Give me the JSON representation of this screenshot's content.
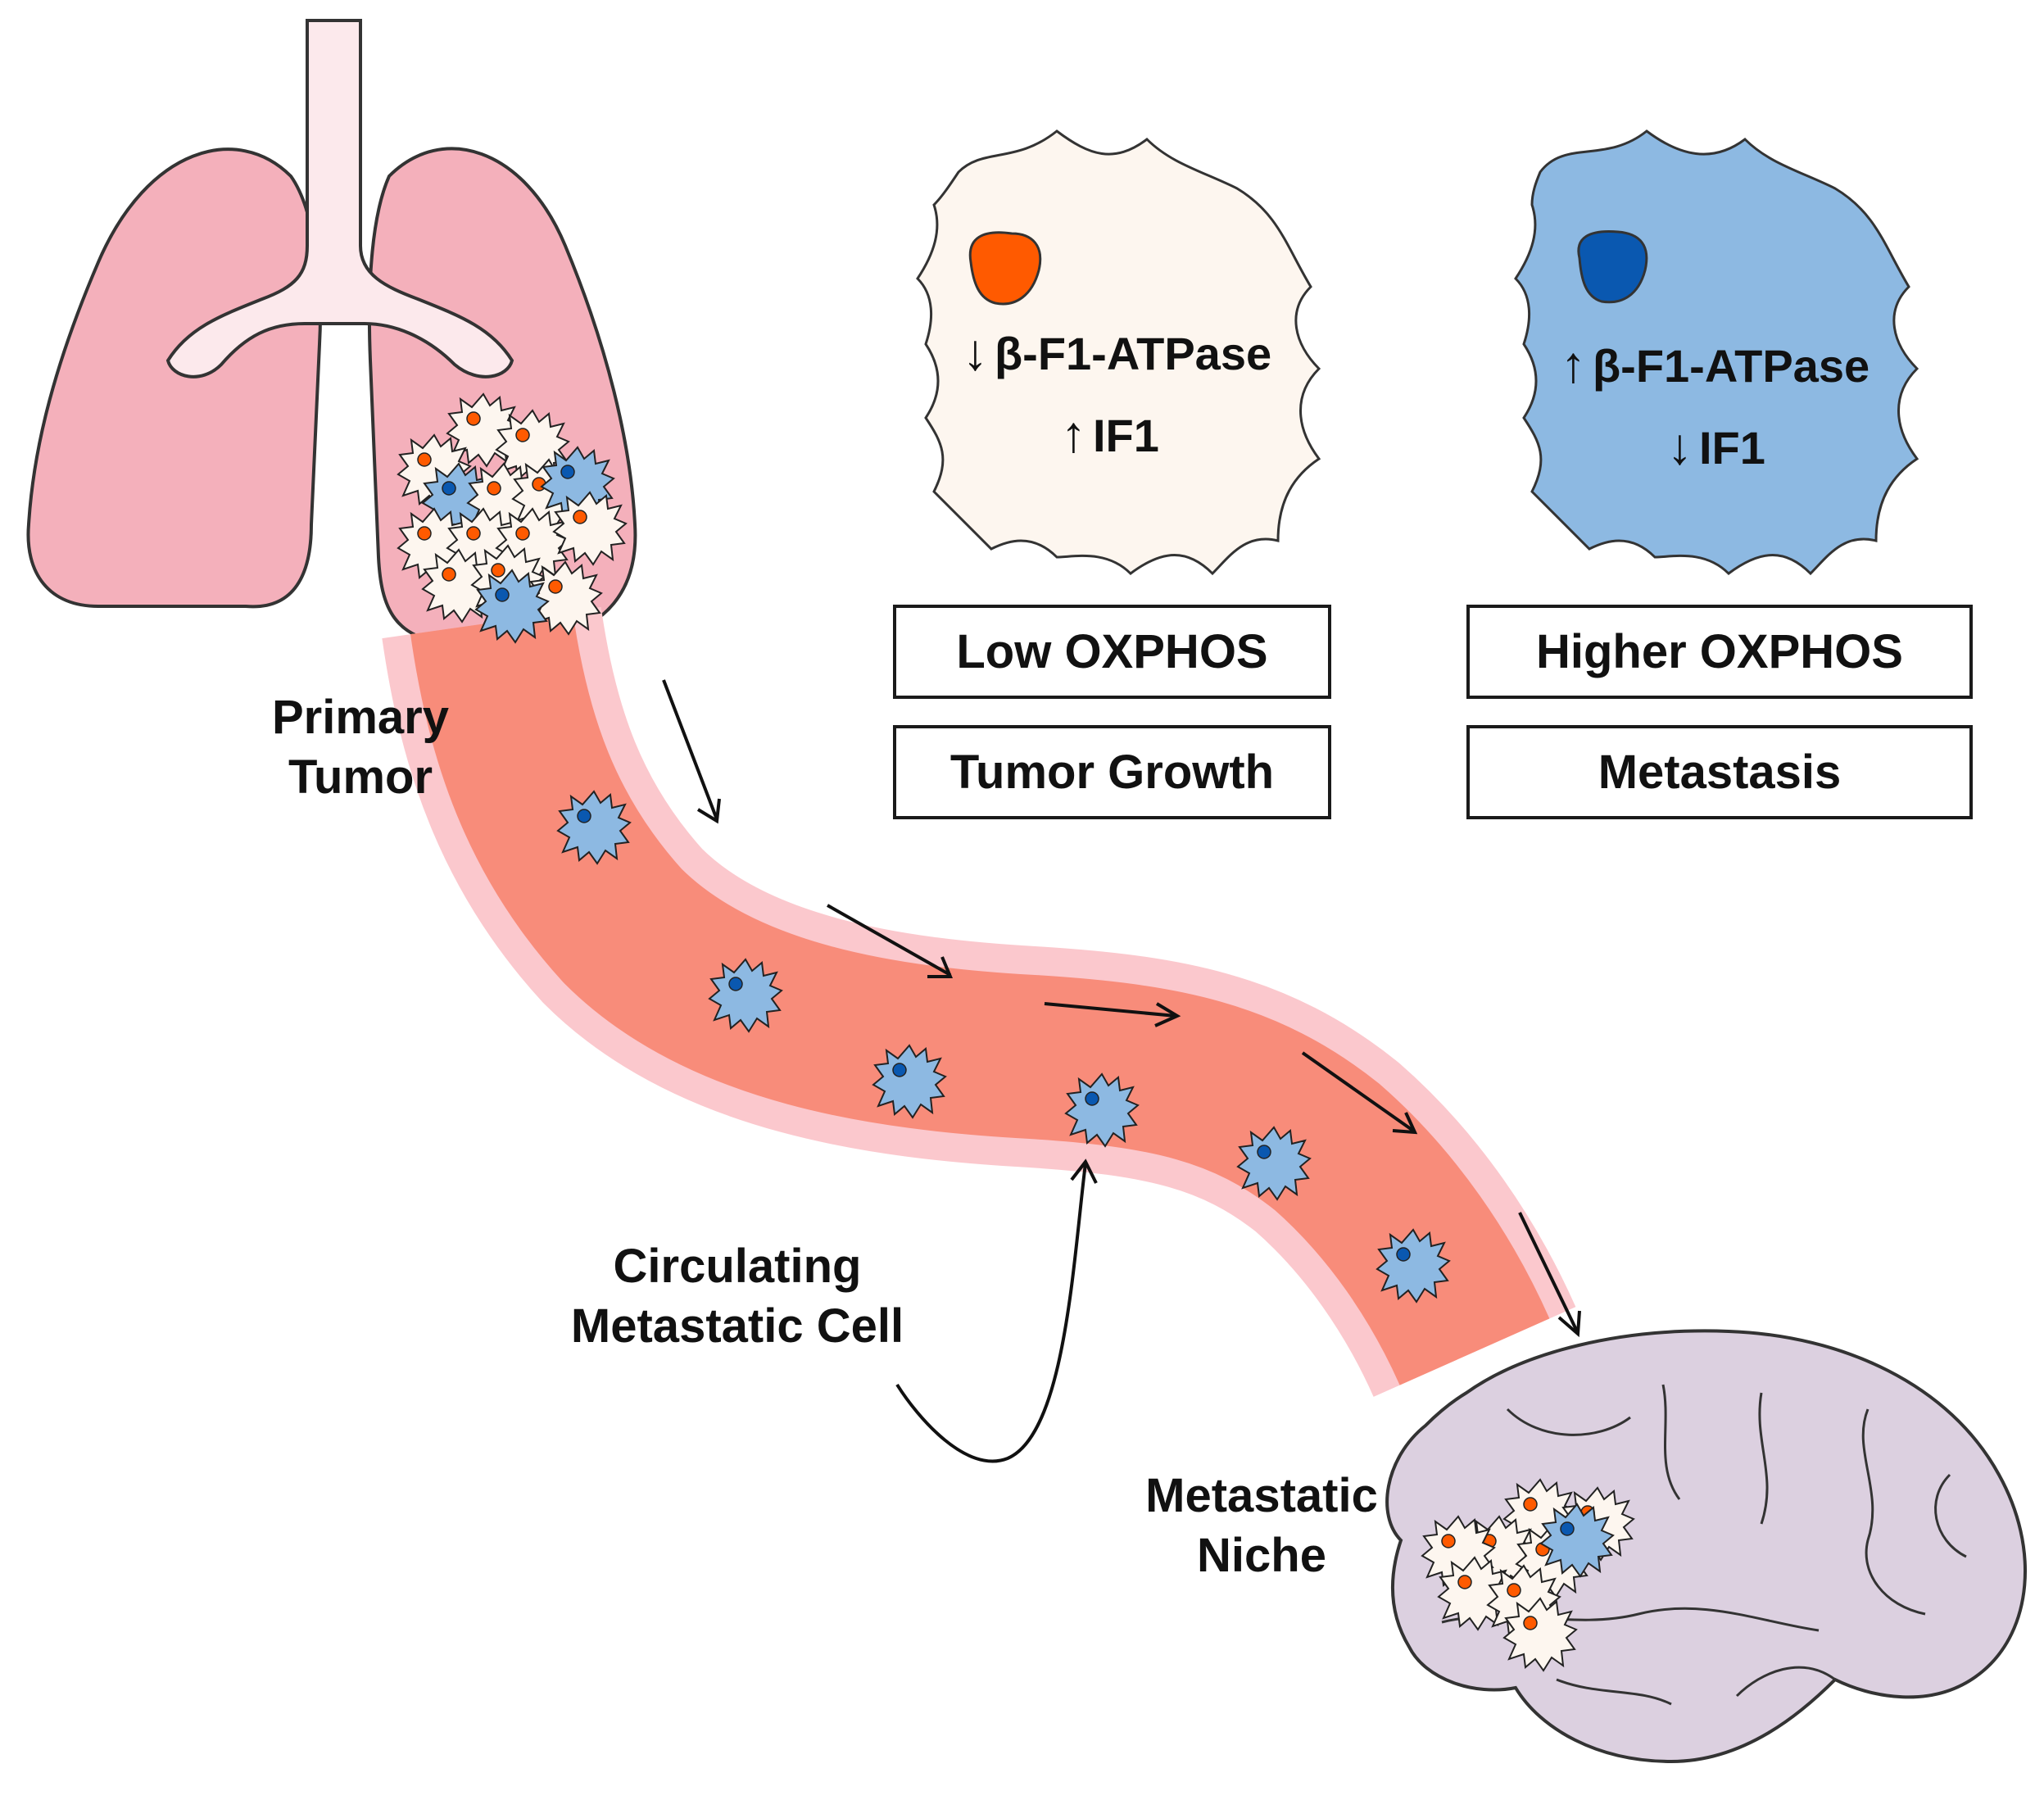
{
  "labels": {
    "primary_tumor": "Primary\nTumor",
    "circulating_cell": "Circulating\nMetastatic Cell",
    "metastatic_niche": "Metastatic\nNiche"
  },
  "low_cell": {
    "marker1_arrow": "↓",
    "marker1_text": "β-F1-ATPase",
    "marker2_arrow": "↑",
    "marker2_text": "IF1",
    "box1": "Low OXPHOS",
    "box2": "Tumor Growth"
  },
  "high_cell": {
    "marker1_arrow": "↑",
    "marker1_text": "β-F1-ATPase",
    "marker2_arrow": "↓",
    "marker2_text": "IF1",
    "box1": "Higher OXPHOS",
    "box2": "Metastasis"
  },
  "colors": {
    "lung": "#f4b0bb",
    "trachea": "#fce9ec",
    "vessel": "#f88c7a",
    "vessel_wall": "#fbc8cd",
    "brain": "#dcd0e0",
    "low_cell_fill": "#fdf6ef",
    "low_cell_nucleus": "#ff5a00",
    "high_cell_fill": "#8db9e2",
    "high_cell_nucleus": "#0a58b0"
  },
  "icons": [
    "lung-icon",
    "brain-icon",
    "blood-vessel-icon",
    "tumor-cell-icon"
  ]
}
